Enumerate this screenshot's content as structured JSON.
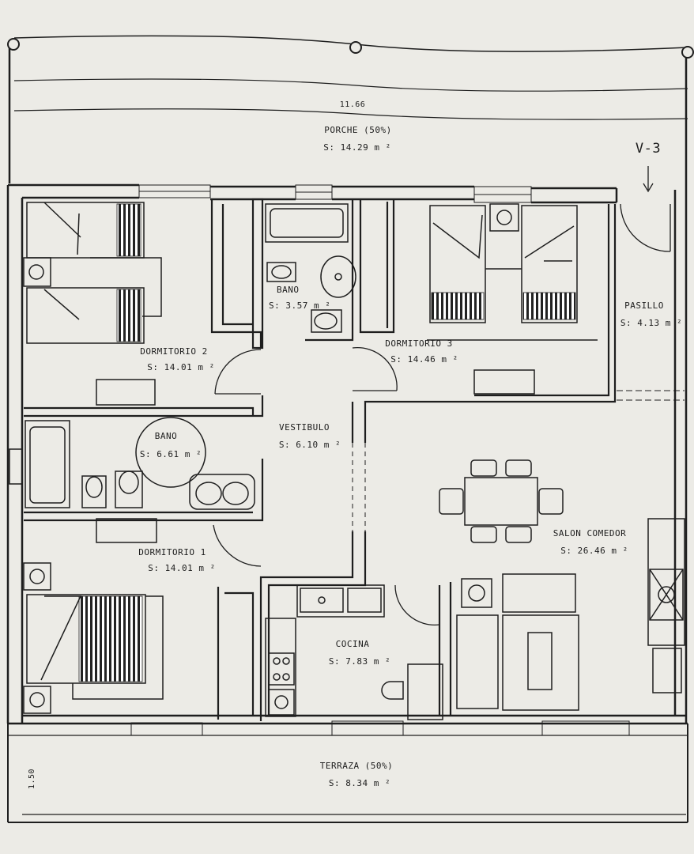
{
  "porche": {
    "name": "PORCHE (50%)",
    "area": "S: 14.29 m ²"
  },
  "dimension_top": "11.66",
  "dimension_left": "1.50",
  "section_marker": "V-3",
  "rooms": {
    "dormitorio2": {
      "name": "DORMITORIO 2",
      "area": "S: 14.01 m ²"
    },
    "bano_top": {
      "name": "BANO",
      "area": "S: 3.57 m ²"
    },
    "dormitorio3": {
      "name": "DORMITORIO 3",
      "area": "S: 14.46 m ²"
    },
    "pasillo": {
      "name": "PASILLO",
      "area": "S: 4.13 m ²"
    },
    "vestibulo": {
      "name": "VESTIBULO",
      "area": "S: 6.10 m ²"
    },
    "bano_mid": {
      "name": "BANO",
      "area": "S: 6.61 m ²"
    },
    "dormitorio1": {
      "name": "DORMITORIO 1",
      "area": "S: 14.01 m ²"
    },
    "salon": {
      "name": "SALON COMEDOR",
      "area": "S: 26.46 m ²"
    },
    "cocina": {
      "name": "COCINA",
      "area": "S: 7.83 m ²"
    },
    "terraza": {
      "name": "TERRAZA (50%)",
      "area": "S: 8.34 m ²"
    }
  }
}
